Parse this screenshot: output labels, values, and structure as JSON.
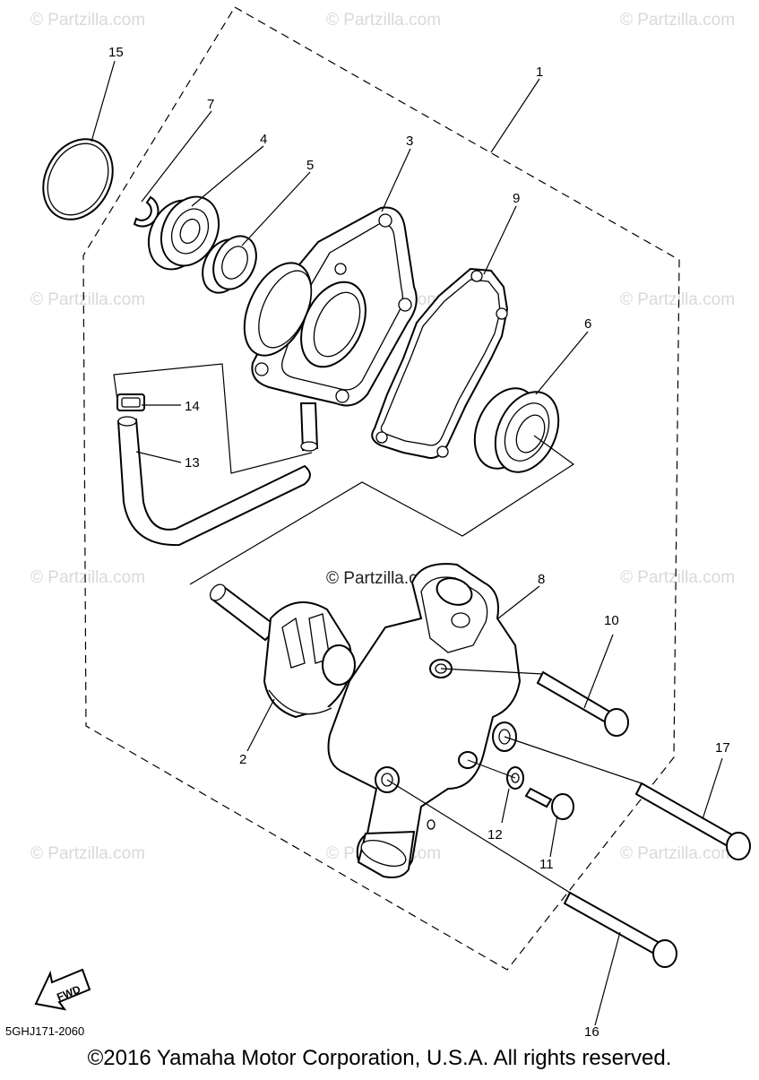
{
  "diagram": {
    "watermark": "© Partzilla.com",
    "fwd_label": "FWD",
    "drawing_code": "5GHJ171-2060",
    "copyright": "©2016 Yamaha Motor Corporation, U.S.A. All rights reserved.",
    "callouts": [
      {
        "id": "15",
        "label": "15"
      },
      {
        "id": "7",
        "label": "7"
      },
      {
        "id": "4",
        "label": "4"
      },
      {
        "id": "5",
        "label": "5"
      },
      {
        "id": "3",
        "label": "3"
      },
      {
        "id": "1",
        "label": "1"
      },
      {
        "id": "9",
        "label": "9"
      },
      {
        "id": "6",
        "label": "6"
      },
      {
        "id": "14",
        "label": "14"
      },
      {
        "id": "13",
        "label": "13"
      },
      {
        "id": "8",
        "label": "8"
      },
      {
        "id": "10",
        "label": "10"
      },
      {
        "id": "2",
        "label": "2"
      },
      {
        "id": "17",
        "label": "17"
      },
      {
        "id": "12",
        "label": "12"
      },
      {
        "id": "11",
        "label": "11"
      },
      {
        "id": "16",
        "label": "16"
      }
    ]
  }
}
